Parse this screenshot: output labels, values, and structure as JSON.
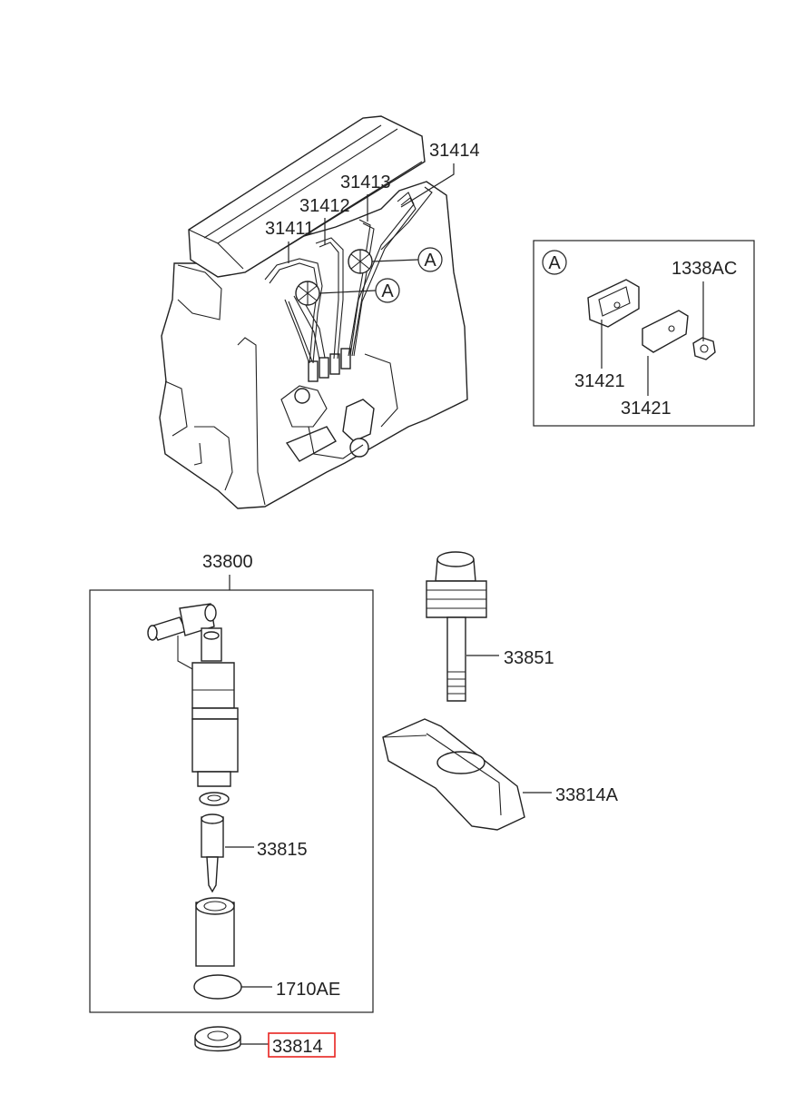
{
  "callouts": {
    "p31414": "31414",
    "p31413": "31413",
    "p31412": "31412",
    "p31411": "31411",
    "ref_a_1": "A",
    "ref_a_2": "A",
    "detail_ref": "A",
    "p1338ac": "1338AC",
    "p31421_upper": "31421",
    "p31421_lower": "31421",
    "p33800": "33800",
    "p33851": "33851",
    "p33814a": "33814A",
    "p33815": "33815",
    "p1710ae": "1710AE",
    "p33814": "33814"
  },
  "highlight": {
    "part": "33814",
    "color": "#e8231f"
  }
}
